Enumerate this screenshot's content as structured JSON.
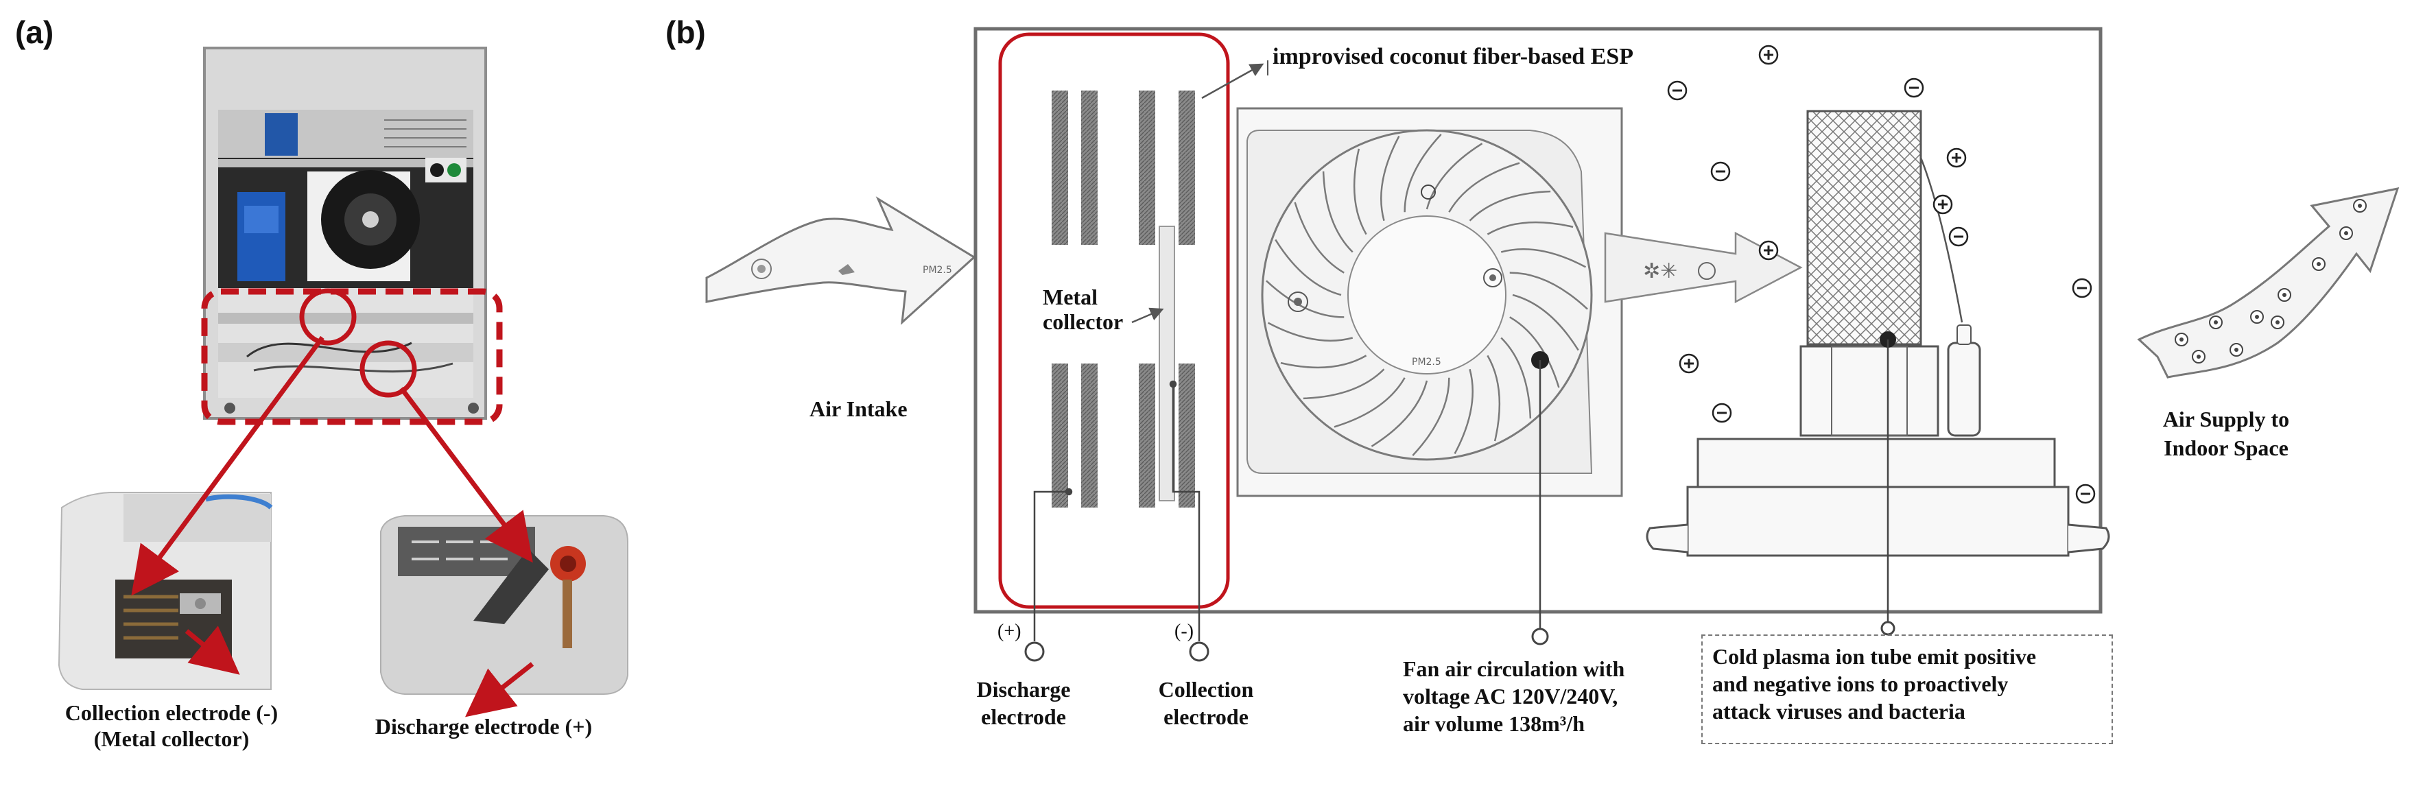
{
  "panels": {
    "a": {
      "label": "(a)"
    },
    "b": {
      "label": "(b)"
    }
  },
  "panel_a": {
    "collection_caption_1": "Collection electrode (-)",
    "collection_caption_2": "(Metal collector)",
    "discharge_caption": "Discharge electrode (+)"
  },
  "panel_b": {
    "esp_label": "improvised coconut fiber-based ESP",
    "metal_collector_1": "Metal",
    "metal_collector_2": "collector",
    "air_intake": "Air Intake",
    "air_supply_1": "Air Supply to",
    "air_supply_2": "Indoor Space",
    "plus_terminal": "(+)",
    "minus_terminal": "(-)",
    "discharge_label_1": "Discharge",
    "discharge_label_2": "electrode",
    "collection_label_1": "Collection",
    "collection_label_2": "electrode",
    "fan_line_1": "Fan air circulation with",
    "fan_line_2": "voltage AC 120V/240V,",
    "fan_line_3": "air volume 138m³/h",
    "plasma_line_1": "Cold plasma ion tube emit positive",
    "plasma_line_2": "and negative ions to proactively",
    "plasma_line_3": "attack viruses and bacteria"
  },
  "colors": {
    "highlight_red": "#c0141c",
    "line_gray": "#555555",
    "frame_gray": "#6e6e6e"
  }
}
